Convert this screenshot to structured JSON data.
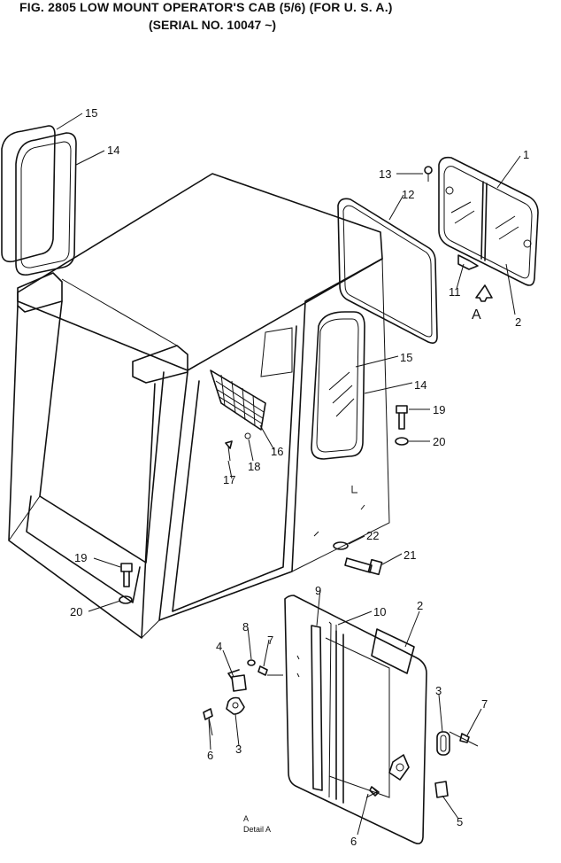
{
  "figure": {
    "title": "FIG. 2805    LOW MOUNT OPERATOR'S CAB (5/6) (FOR U. S. A.)",
    "subtitle": "(SERIAL NO. 10047 ~)"
  },
  "view_marker": "A",
  "detail": {
    "line1": "A     ",
    "line2": "Detail  A"
  },
  "callouts": [
    {
      "id": "c1",
      "text": "1"
    },
    {
      "id": "c2a",
      "text": "2"
    },
    {
      "id": "c11",
      "text": "11"
    },
    {
      "id": "c12",
      "text": "12"
    },
    {
      "id": "c13",
      "text": "13"
    },
    {
      "id": "c14a",
      "text": "14"
    },
    {
      "id": "c15a",
      "text": "15"
    },
    {
      "id": "c14b",
      "text": "14"
    },
    {
      "id": "c15b",
      "text": "15"
    },
    {
      "id": "c16",
      "text": "16"
    },
    {
      "id": "c17",
      "text": "17"
    },
    {
      "id": "c18",
      "text": "18"
    },
    {
      "id": "c19a",
      "text": "19"
    },
    {
      "id": "c20a",
      "text": "20"
    },
    {
      "id": "c19b",
      "text": "19"
    },
    {
      "id": "c20b",
      "text": "20"
    },
    {
      "id": "c21",
      "text": "21"
    },
    {
      "id": "c22",
      "text": "22"
    },
    {
      "id": "c9",
      "text": "9"
    },
    {
      "id": "c10",
      "text": "10"
    },
    {
      "id": "c2b",
      "text": "2"
    },
    {
      "id": "c8",
      "text": "8"
    },
    {
      "id": "c7a",
      "text": "7"
    },
    {
      "id": "c4",
      "text": "4"
    },
    {
      "id": "c6a",
      "text": "6"
    },
    {
      "id": "c3a",
      "text": "3"
    },
    {
      "id": "c3b",
      "text": "3"
    },
    {
      "id": "c7b",
      "text": "7"
    },
    {
      "id": "c5",
      "text": "5"
    },
    {
      "id": "c6b",
      "text": "6"
    }
  ]
}
